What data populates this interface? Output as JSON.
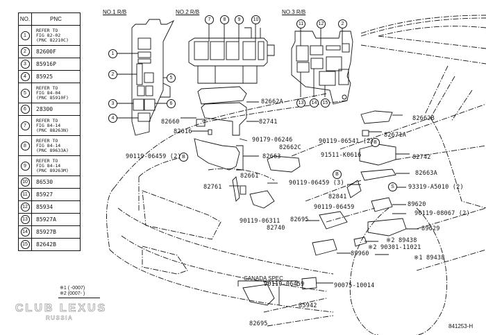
{
  "legend": {
    "header_no": "NO.",
    "header_pnc": "PNC",
    "rows": [
      {
        "no": "1",
        "pnc": [
          "REFER TO",
          "FIG 82-02",
          "(PNC 82210C)"
        ]
      },
      {
        "no": "2",
        "pnc": [
          "82600F"
        ]
      },
      {
        "no": "3",
        "pnc": [
          "85916P"
        ]
      },
      {
        "no": "4",
        "pnc": [
          "85925"
        ]
      },
      {
        "no": "5",
        "pnc": [
          "REFER TO",
          "FIG 84-04",
          "(PNC 85910F)"
        ]
      },
      {
        "no": "6",
        "pnc": [
          "28300"
        ]
      },
      {
        "no": "7",
        "pnc": [
          "REFER TO",
          "FIG 84-14",
          "(PNC 88263N)"
        ]
      },
      {
        "no": "8",
        "pnc": [
          "REFER TO",
          "FIG 84-14",
          "(PNC 89633A)"
        ]
      },
      {
        "no": "9",
        "pnc": [
          "REFER TO",
          "FIG 84-14",
          "(PNC 89263M)"
        ]
      },
      {
        "no": "10",
        "pnc": [
          "86530"
        ]
      },
      {
        "no": "11",
        "pnc": [
          "85927"
        ]
      },
      {
        "no": "12",
        "pnc": [
          "85934"
        ]
      },
      {
        "no": "13",
        "pnc": [
          "85927A"
        ]
      },
      {
        "no": "14",
        "pnc": [
          "85927B"
        ]
      },
      {
        "no": "15",
        "pnc": [
          "82642B"
        ]
      }
    ]
  },
  "sections": {
    "rb1": "NO.1  R/B",
    "rb2": "NO.2  R/B",
    "rb3": "NO.3  R/B",
    "canada": "CANADA   SPEC"
  },
  "callouts": {
    "rb1": [
      "1",
      "2",
      "3",
      "4",
      "5",
      "6"
    ],
    "rb2": [
      "7",
      "8",
      "9",
      "10"
    ],
    "rb3": [
      "11",
      "12",
      "2",
      "13",
      "14",
      "15"
    ],
    "b": "B",
    "s": "S"
  },
  "parts": {
    "p82660": "82660",
    "p82616": "82616",
    "p82662A": "82662A",
    "p82741": "82741",
    "p90179_06246": "90179-06246",
    "p82662C": "82662C",
    "p82663": "82663",
    "p90119_06459_2": "90119-06459 (2)",
    "p82661": "82661",
    "p82761": "82761",
    "p90119_06459_3": "90119-06459 (3)",
    "p90119_06311": "90119-06311",
    "p82740": "82740",
    "p82662B": "82662B",
    "p82671A": "82671A",
    "p90119_06541_2": "90119-06541 (2)",
    "p91511_K0616": "91511-K0616",
    "p82742": "82742",
    "p82663A": "82663A",
    "p93319_A5010_2": "93319-A5010 (2)",
    "p82841": "82841",
    "p90119_06459": "90119-06459",
    "p89620": "89620",
    "p90119_08067_2": "90119-08067 (2)",
    "p82695": "82695",
    "p89629": "89629",
    "p89438_2": "※2 89438",
    "p90301_11021": "※2 90301-11021",
    "p89960": "89960",
    "p89438_1": "※1 89438",
    "p90119_06459_c": "90119-06459",
    "p85942": "85942",
    "p90075_10014": "90075-10014",
    "p82695_c": "82695"
  },
  "footnote": {
    "line1": "※1 (        -0007)",
    "line2": "※2 (0007-         )"
  },
  "watermark": {
    "line1": "CLUB LEXUS",
    "line2": "RUSSIA"
  },
  "figure_number": "841253-H"
}
